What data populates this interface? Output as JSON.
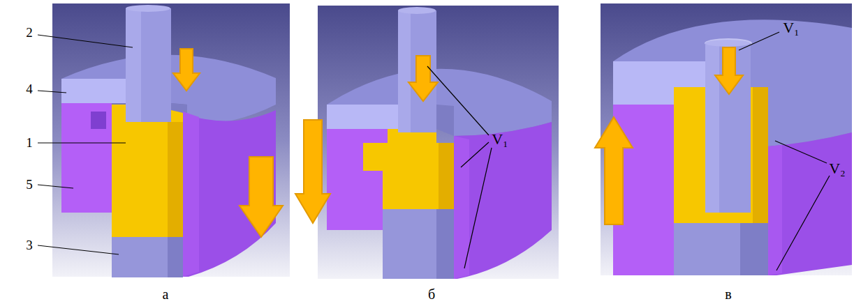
{
  "diagram": {
    "labels": [
      "2",
      "4",
      "1",
      "5",
      "3",
      "а",
      "V₁",
      "б",
      "V₁",
      "V₂",
      "в"
    ]
  }
}
